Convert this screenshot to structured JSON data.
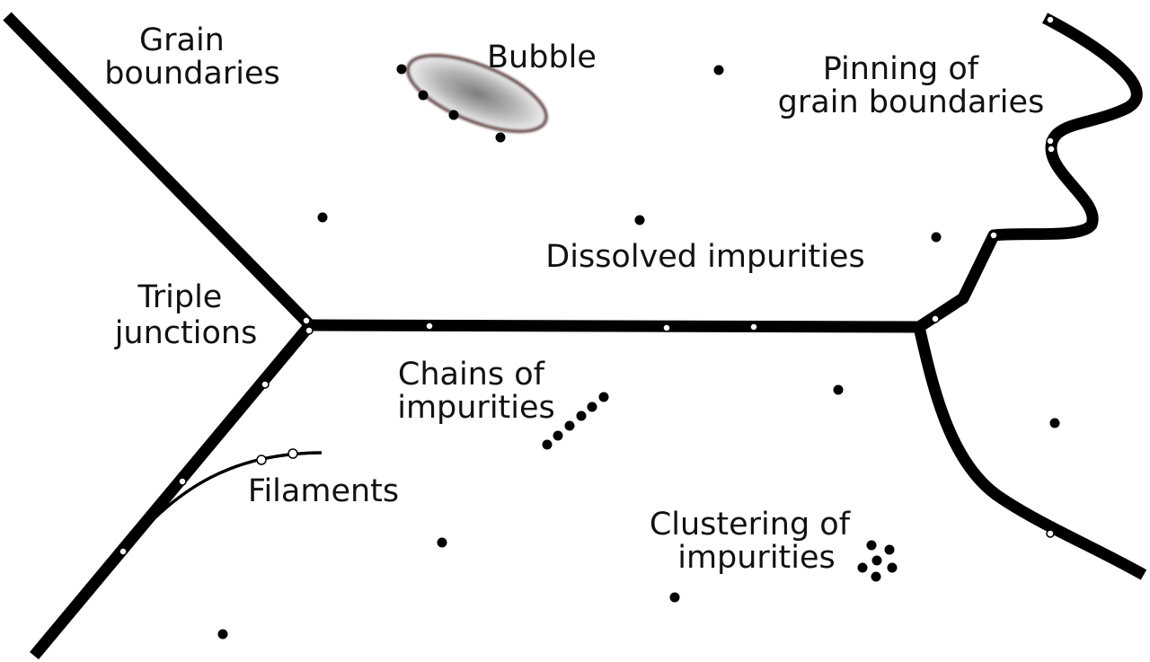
{
  "labels": {
    "grain_boundaries": [
      "Grain",
      "boundaries"
    ],
    "bubble": "Bubble",
    "pinning": [
      "Pinning of",
      "grain boundaries"
    ],
    "dissolved": "Dissolved impurities",
    "triple": [
      "Triple",
      "junctions"
    ],
    "chains": [
      "Chains of",
      "impurities"
    ],
    "filaments": "Filaments",
    "clustering": [
      "Clustering of",
      "impurities"
    ]
  },
  "colors": {
    "boundary": "#000000",
    "impurity": "#000000",
    "trapped_impurity": "#ffffff",
    "bubble_edge": "#6e4f4f",
    "bubble_core": "#7d7d7d"
  }
}
